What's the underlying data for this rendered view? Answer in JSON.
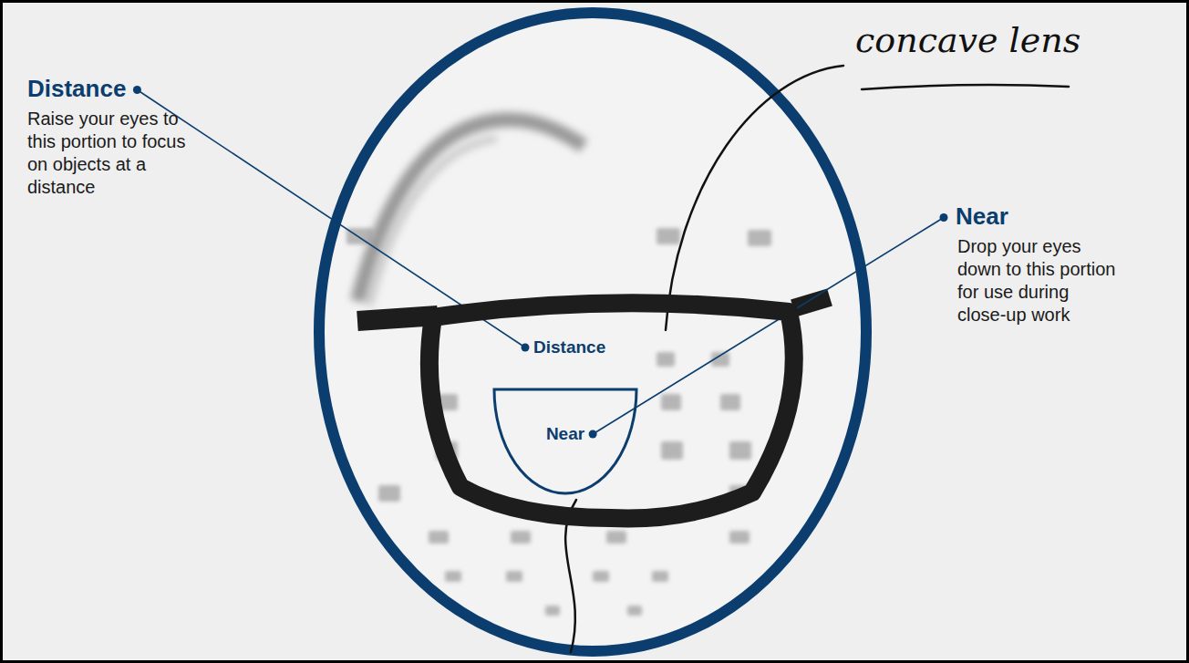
{
  "diagram": {
    "nodes": [
      {
        "text": [
          "Distance"
        ]
      },
      {
        "text": [
          "Near"
        ],
        "in": 0
      }
    ],
    "labels": [
      "Distance",
      "Raise your eyes to this portion to focus on objects at a distance",
      "Near",
      "Drop your eyes down to this portion for use during close-up work",
      "concave lens"
    ]
  }
}
